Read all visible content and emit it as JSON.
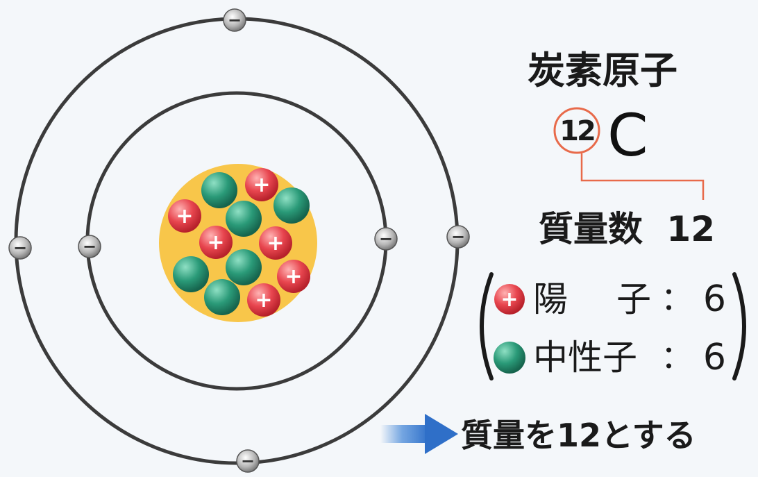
{
  "atom": {
    "title": "炭素原子",
    "mass_number": "12",
    "symbol": "C",
    "mass_label": "質量数",
    "mass_value": "12",
    "protons": {
      "label_1": "陽",
      "label_2": "子",
      "separator": "：",
      "count": "6"
    },
    "neutrons": {
      "label": "中性子",
      "separator": "：",
      "count": "6"
    },
    "conclusion": "質量を12とする",
    "proton_sign": "+",
    "electron_sign": "−"
  },
  "colors": {
    "nucleus": "#f8c64a",
    "proton": "#e8464f",
    "neutron": "#2a9a78",
    "highlight": "#e86a4a",
    "arrow": "#3d82d6",
    "orbit": "#3b3b3b"
  }
}
